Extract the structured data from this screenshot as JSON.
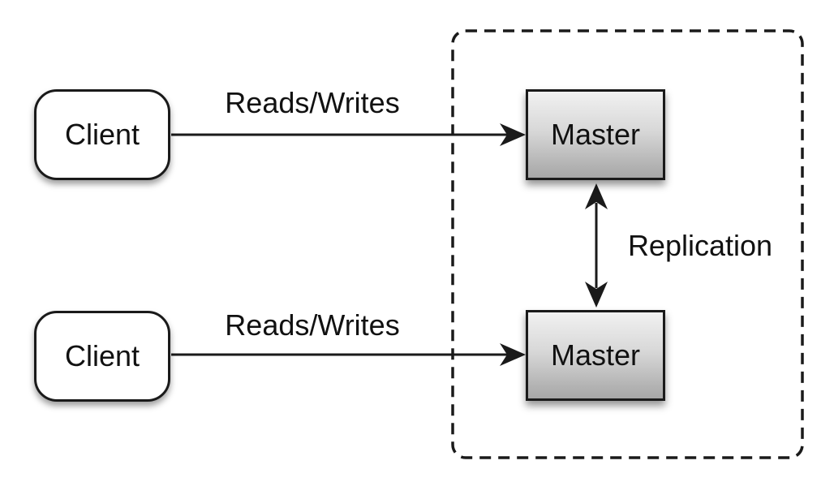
{
  "diagram_type": "master-master-replication",
  "colors": {
    "background": "#ffffff",
    "stroke": "#1a1a1a",
    "node_fill": "#ffffff",
    "master_gradient_top": "#f1f1f1",
    "master_gradient_mid": "#d8d8d8",
    "master_gradient_bottom": "#a6a6a6",
    "text": "#111111"
  },
  "nodes": {
    "client_top": {
      "label": "Client",
      "shape": "rounded-rectangle"
    },
    "client_bottom": {
      "label": "Client",
      "shape": "rounded-rectangle"
    },
    "master_top": {
      "label": "Master",
      "shape": "rectangle-gradient"
    },
    "master_bottom": {
      "label": "Master",
      "shape": "rectangle-gradient"
    }
  },
  "edges": {
    "reads_writes_top": {
      "label": "Reads/Writes",
      "from": "client_top",
      "to": "master_top",
      "direction": "single"
    },
    "reads_writes_bottom": {
      "label": "Reads/Writes",
      "from": "client_bottom",
      "to": "master_bottom",
      "direction": "single"
    },
    "replication": {
      "label": "Replication",
      "from": "master_top",
      "to": "master_bottom",
      "direction": "double"
    }
  },
  "group": {
    "style": "dashed-rounded-rectangle",
    "contains": [
      "master_top",
      "master_bottom"
    ]
  }
}
